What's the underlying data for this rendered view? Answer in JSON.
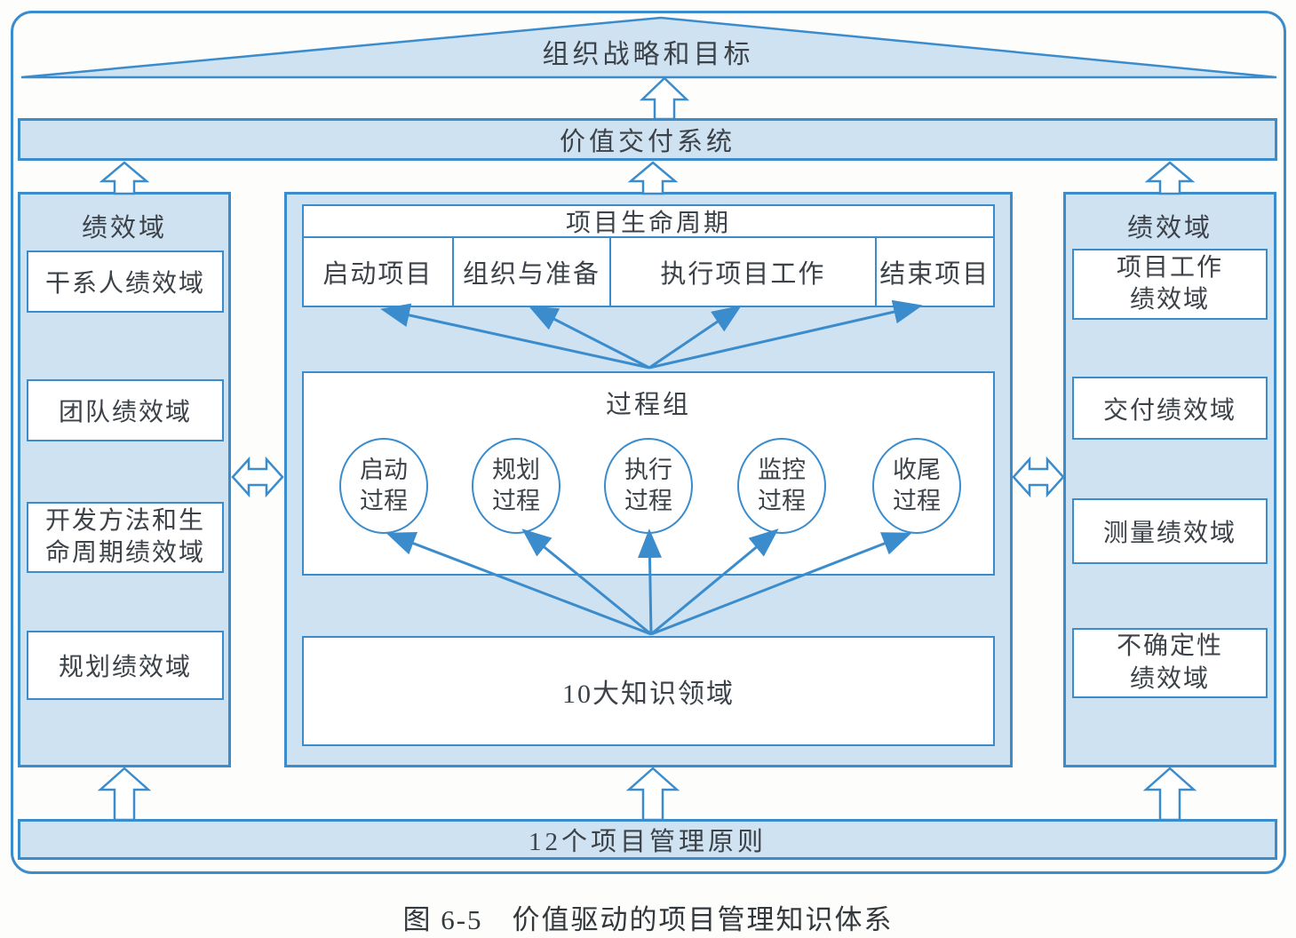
{
  "caption": "图 6-5　价值驱动的项目管理知识体系",
  "top_triangle": {
    "label": "组织战略和目标"
  },
  "value_delivery_bar": {
    "label": "价值交付系统"
  },
  "principles_bar": {
    "label": "12个项目管理原则"
  },
  "left_sidebar": {
    "title": "绩效域",
    "items": [
      {
        "label": "干系人绩效域"
      },
      {
        "label": "团队绩效域"
      },
      {
        "label": "开发方法和生\n命周期绩效域"
      },
      {
        "label": "规划绩效域"
      }
    ]
  },
  "right_sidebar": {
    "title": "绩效域",
    "items": [
      {
        "label": "项目工作\n绩效域"
      },
      {
        "label": "交付绩效域"
      },
      {
        "label": "测量绩效域"
      },
      {
        "label": "不确定性\n绩效域"
      }
    ]
  },
  "lifecycle": {
    "title": "项目生命周期",
    "phases": [
      {
        "label": "启动项目"
      },
      {
        "label": "组织与准备"
      },
      {
        "label": "执行项目工作"
      },
      {
        "label": "结束项目"
      }
    ]
  },
  "process_group": {
    "title": "过程组",
    "items": [
      {
        "label": "启动\n过程"
      },
      {
        "label": "规划\n过程"
      },
      {
        "label": "执行\n过程"
      },
      {
        "label": "监控\n过程"
      },
      {
        "label": "收尾\n过程"
      }
    ]
  },
  "knowledge": {
    "label": "10大知识领域"
  },
  "colors": {
    "line": "#3a8ccd",
    "fill": "#cfe2f2",
    "text": "#3c4248"
  }
}
